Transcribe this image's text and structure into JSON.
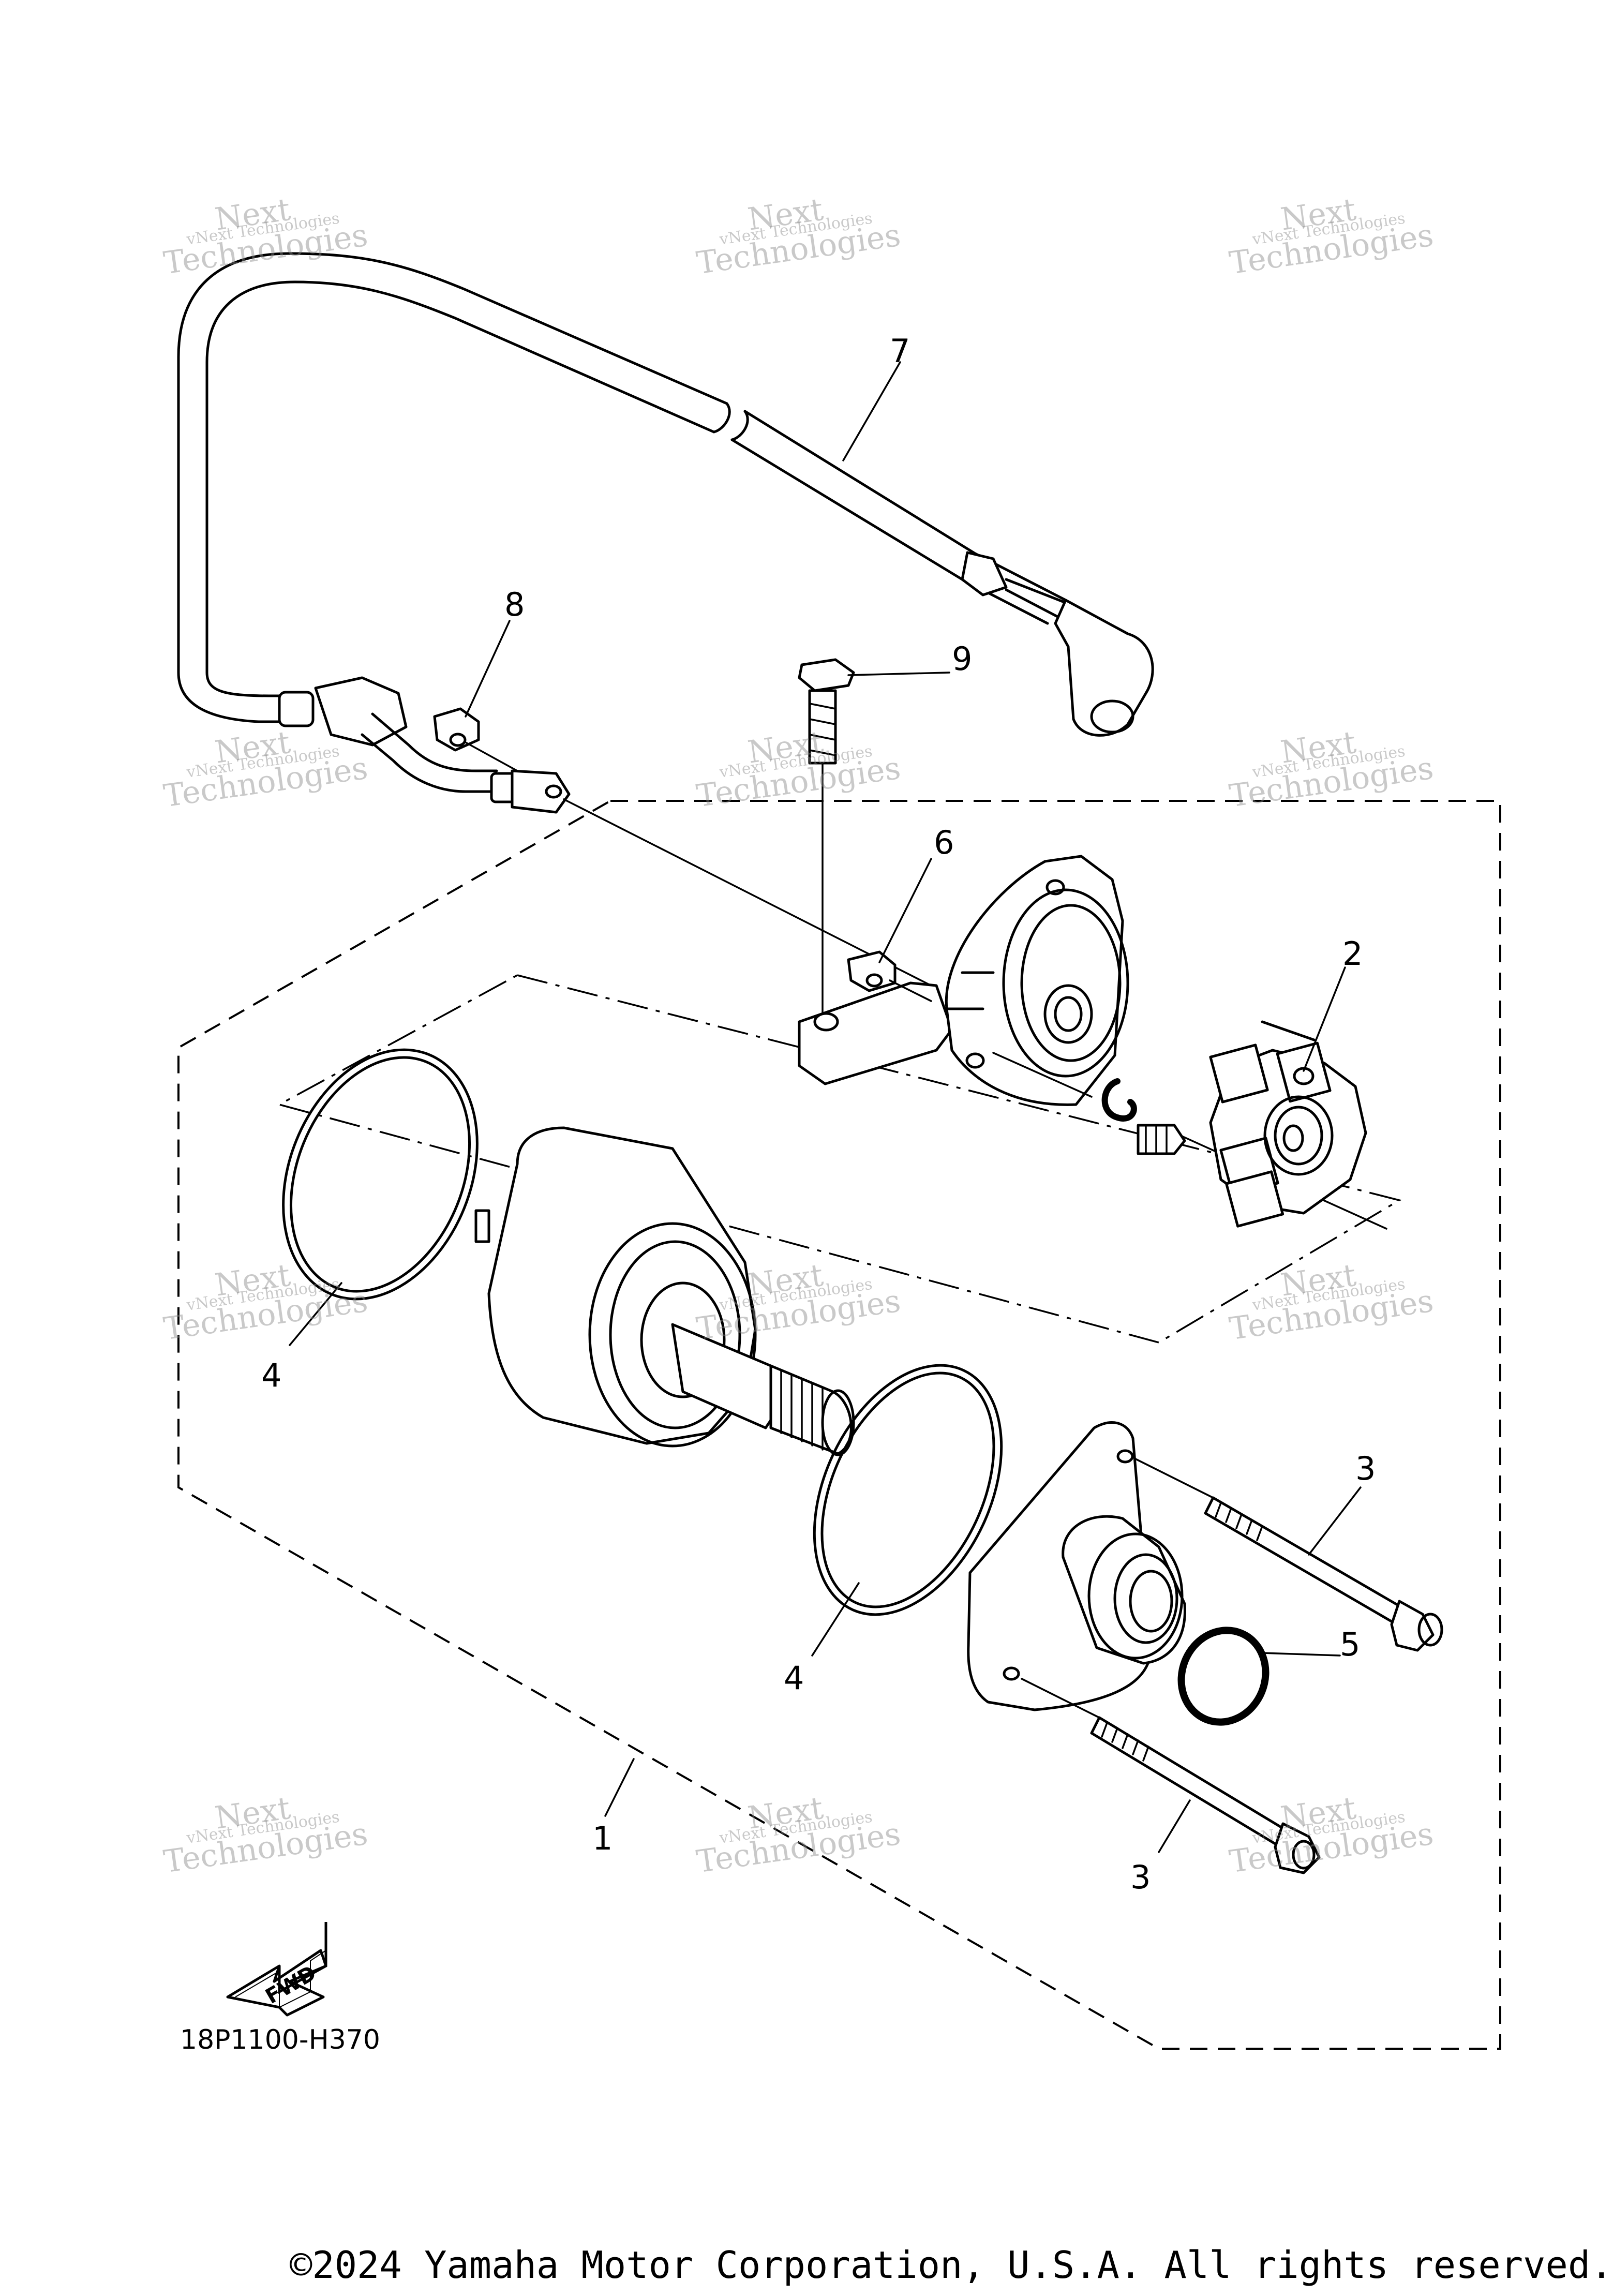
{
  "diagram": {
    "callouts": [
      "1",
      "2",
      "3",
      "3",
      "4",
      "4",
      "5",
      "6",
      "7",
      "8",
      "9"
    ],
    "figure_code": "18P1100-H370",
    "fwd_label": "FWD",
    "watermark": {
      "line1": "vNext Technologies",
      "line2": "Next",
      "line3": "Technologies"
    }
  },
  "footer": {
    "copyright": "©2024 Yamaha Motor Corporation, U.S.A. All rights reserved."
  }
}
